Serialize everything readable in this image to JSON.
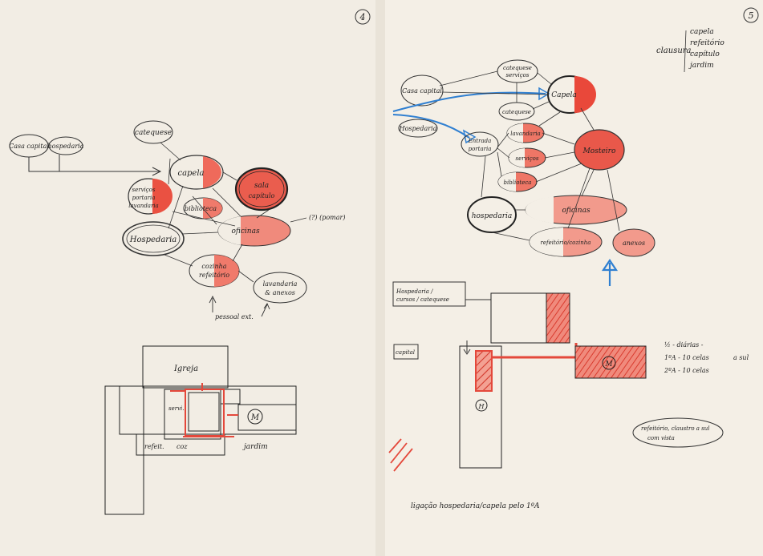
{
  "colors": {
    "ink": "#2a2a2a",
    "red": "#e4483b",
    "blue": "#2f7fd1",
    "paper": "#f2ede4"
  },
  "left_page": {
    "page_number": "4",
    "inputs": [
      "Casa capital",
      "hospedaria"
    ],
    "bubbles": {
      "categories": "catequese",
      "chapel": "capela",
      "services": "serviços portaria lavandaria",
      "sala": "sala capítulo",
      "library": "biblioteca",
      "oficinas": "oficinas",
      "hospedaria": "Hospedaria",
      "refectory": "cozinha refeitório",
      "laundry": "lavandaria & anexos"
    },
    "side_note": "(?) (pomar)",
    "arrow_note": "pessoal ext.",
    "plan_labels": {
      "church": "Igreja",
      "garden": "jardim",
      "services": "servi.",
      "refect": "refeit.",
      "kitchen": "coz",
      "m": "M"
    }
  },
  "right_page": {
    "page_number": "5",
    "cluster_title": "clausura",
    "cluster_items": [
      "capela",
      "refeitório",
      "capítulo",
      "jardim"
    ],
    "inputs": [
      "Casa capital",
      "Hospedaria"
    ],
    "bubbles": {
      "categories": "catequese serviços",
      "chapel": "Capela",
      "entry": "Entrada portaria",
      "services1": "lavandaria",
      "services2": "serviços",
      "library": "biblioteca",
      "catequese": "catequese",
      "mosteiro": "Mosteiro",
      "hospedaria": "hospedaria",
      "oficinas": "oficinas",
      "refeitorio": "refeitório/cozinha",
      "anexos": "anexos"
    },
    "plan_labels": {
      "top_box": "Hospedaria / cursos / catequese",
      "left_label": "capital",
      "m": "M",
      "h": "H"
    },
    "side_notes": [
      "½ - diárias -",
      "1ºA - 10 celas",
      "2ºA - 10 celas",
      "a sul"
    ],
    "bottom_note": "refeitório, claustro a sul com vista",
    "footer": "ligação hospedaria/capela pelo 1ºA"
  }
}
